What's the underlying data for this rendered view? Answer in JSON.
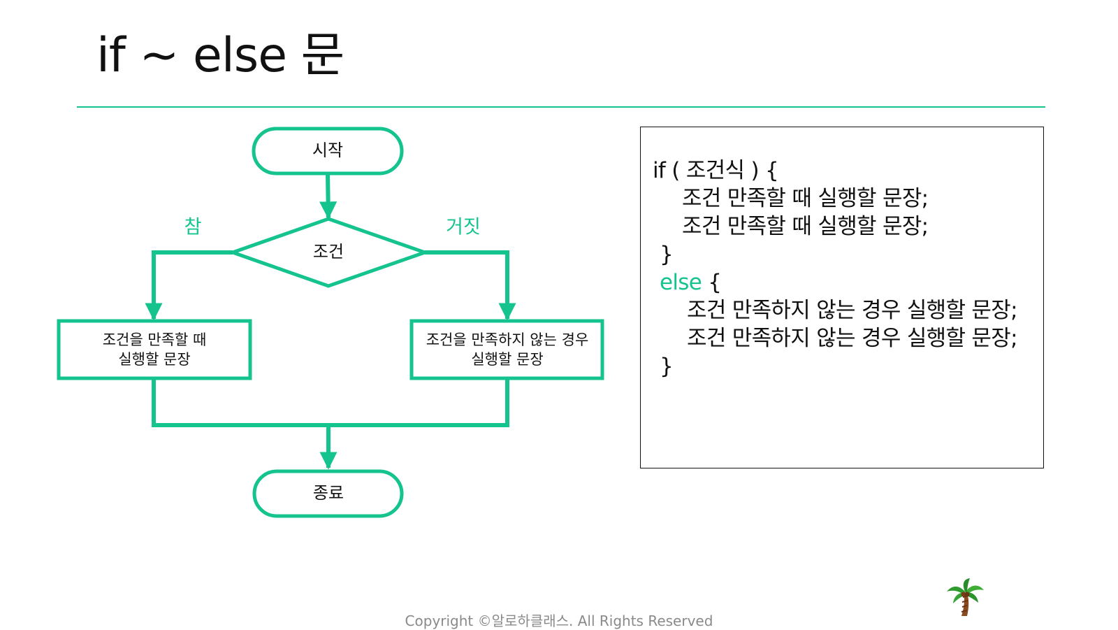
{
  "title": "if ~ else 문",
  "flowchart": {
    "start": "시작",
    "condition": "조건",
    "true_label": "참",
    "false_label": "거짓",
    "true_box": {
      "line1": "조건을 만족할 때",
      "line2": "실행할 문장"
    },
    "false_box": {
      "line1": "조건을 만족하지 않는 경우",
      "line2": "실행할 문장"
    },
    "end": "종료"
  },
  "code": {
    "line1": "if ( 조건식 ) {",
    "line2": "조건 만족할 때 실행할 문장;",
    "line3": "조건 만족할 때 실행할 문장;",
    "line4": "}",
    "else_keyword": "else",
    "else_brace": " {",
    "line6": "조건 만족하지 않는 경우 실행할 문장;",
    "line7": "조건 만족하지 않는 경우 실행할 문장;",
    "line8": "}"
  },
  "footer": "Copyright ©알로하클래스. All Rights Reserved",
  "icon": "palm-tree-icon",
  "colors": {
    "accent": "#14c38e",
    "text": "#111111",
    "footer": "#8a8a8a"
  }
}
